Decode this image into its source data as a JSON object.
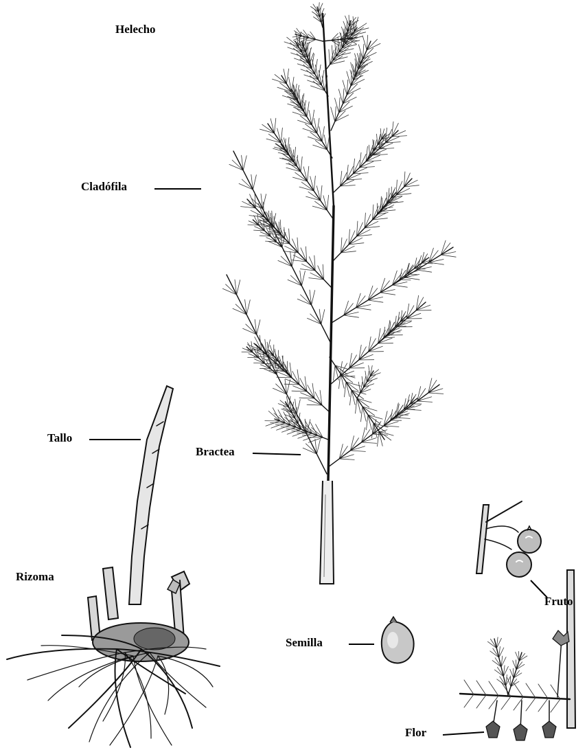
{
  "labels": {
    "title": "Helecho",
    "cladofila": "Cladófila",
    "tallo": "Tallo",
    "bractea": "Bractea",
    "rizoma": "Rizoma",
    "fruto": "Fruto",
    "semilla": "Semilla",
    "flor": "Flor"
  },
  "colors": {
    "ink": "#000000",
    "paper": "#ffffff",
    "shade": "#555555",
    "fruit": "#bdbdbd"
  }
}
